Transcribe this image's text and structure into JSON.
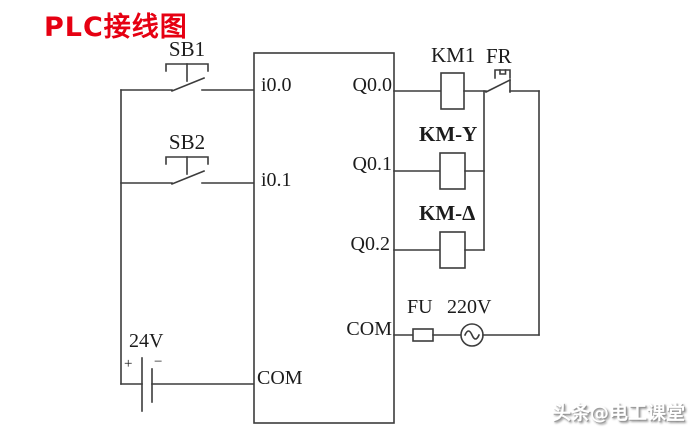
{
  "title": "PLC接线图",
  "watermark": "头条@电工课堂",
  "colors": {
    "title": "#e60012",
    "line": "#3c3c3c",
    "text": "#1c1c1c",
    "background": "#ffffff"
  },
  "plc": {
    "inputs": [
      {
        "label": "i0.0"
      },
      {
        "label": "i0.1"
      },
      {
        "label": "COM"
      }
    ],
    "outputs": [
      {
        "label": "Q0.0"
      },
      {
        "label": "Q0.1"
      },
      {
        "label": "Q0.2"
      },
      {
        "label": "COM"
      }
    ]
  },
  "components": {
    "sb1": {
      "label": "SB1",
      "symbol": "push-button-no"
    },
    "sb2": {
      "label": "SB2",
      "symbol": "push-button-no"
    },
    "km1": {
      "label": "KM1",
      "symbol": "contactor-coil"
    },
    "km_y": {
      "label": "KM-Y",
      "symbol": "contactor-coil"
    },
    "km_delta": {
      "label": "KM-Δ",
      "symbol": "contactor-coil"
    },
    "fr": {
      "label": "FR",
      "symbol": "thermal-overload-nc-contact"
    },
    "fu": {
      "label": "FU",
      "symbol": "fuse"
    },
    "ac_supply": {
      "label": "220V",
      "symbol": "ac-source"
    },
    "battery": {
      "label": "24V",
      "plus": "+",
      "minus": "−",
      "symbol": "dc-battery"
    }
  }
}
